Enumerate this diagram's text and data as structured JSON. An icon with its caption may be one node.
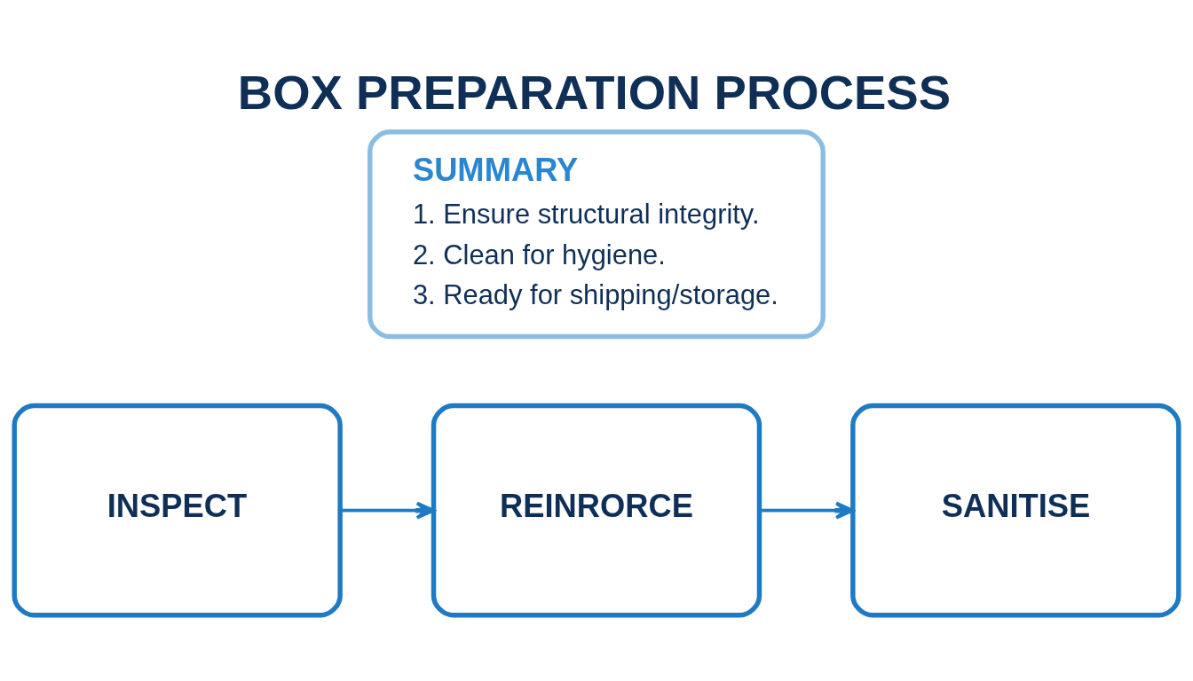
{
  "diagram": {
    "title": "BOX PREPARATION PROCESS",
    "nodes": [
      {
        "text": [
          "SUMMARY",
          "1. Ensure structural integrity.",
          "2. Clean for hygiene.",
          "3. Ready for shipping/storage."
        ]
      },
      {
        "text": [
          "INSPECT"
        ]
      },
      {
        "text": [
          "REINRORCE"
        ]
      },
      {
        "text": [
          "SANITISE"
        ]
      }
    ],
    "edges": [
      {
        "from": 1,
        "to": 2,
        "arrow": "to"
      },
      {
        "from": 2,
        "to": 3,
        "arrow": "to"
      }
    ]
  }
}
